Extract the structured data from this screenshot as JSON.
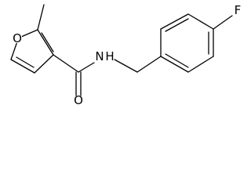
{
  "molecule": {
    "atoms": {
      "furan_oxygen": "O",
      "amide_nitrogen": "N",
      "amide_nitrogen_hydrogen": "H",
      "carbonyl_oxygen": "O",
      "fluorine": "F"
    },
    "colors": {
      "bond": "#000000",
      "label": "#000000",
      "background": "#ffffff"
    }
  }
}
